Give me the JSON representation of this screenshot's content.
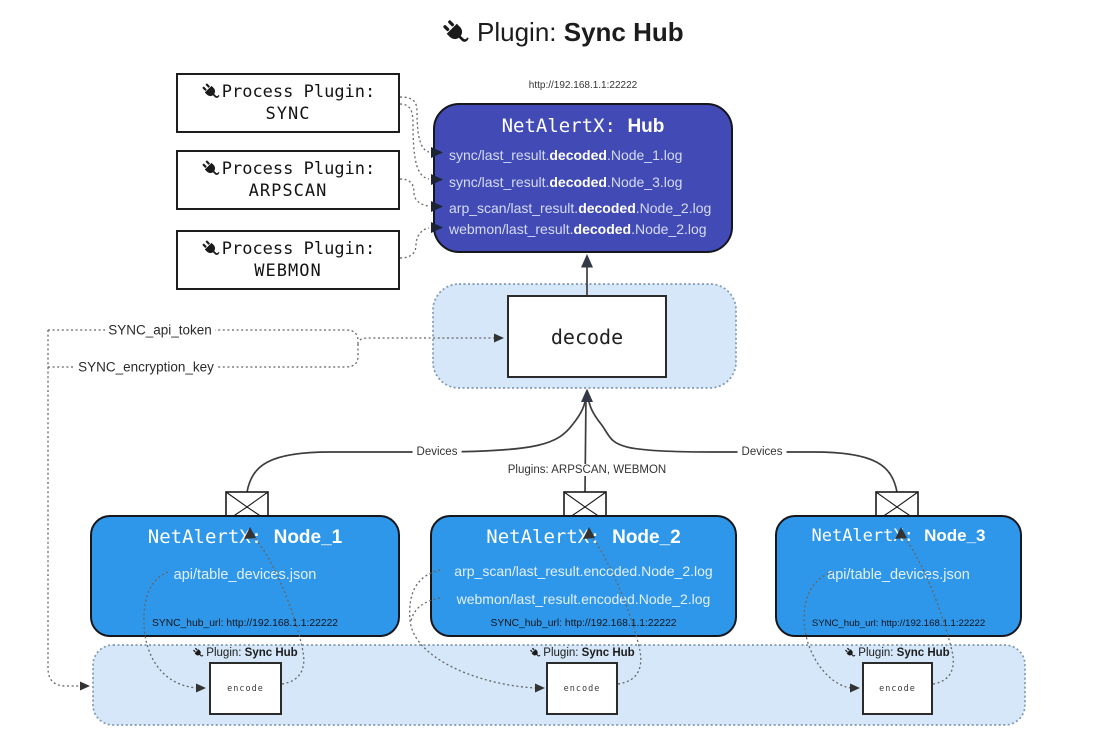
{
  "title": {
    "prefix": "Plugin:",
    "name": "Sync Hub"
  },
  "process_plugins": [
    {
      "label": "Process Plugin:",
      "name": "SYNC"
    },
    {
      "label": "Process Plugin:",
      "name": "ARPSCAN"
    },
    {
      "label": "Process Plugin:",
      "name": "WEBMON"
    }
  ],
  "hub": {
    "url": "http://192.168.1.1:22222",
    "title_prefix": "NetAlertX: ",
    "title_name": "Hub",
    "logs": [
      {
        "pre": "sync/last_result.",
        "bold": "decoded",
        "post": ".Node_1.log"
      },
      {
        "pre": "sync/last_result.",
        "bold": "decoded",
        "post": ".Node_3.log"
      },
      {
        "pre": "arp_scan/last_result.",
        "bold": "decoded",
        "post": ".Node_2.log"
      },
      {
        "pre": "webmon/last_result.",
        "bold": "decoded",
        "post": ".Node_2.log"
      }
    ]
  },
  "decode": {
    "label": "decode"
  },
  "secrets": {
    "api_token": "SYNC_api_token",
    "encryption_key": "SYNC_encryption_key"
  },
  "edges": {
    "devices_left": "Devices",
    "devices_right": "Devices",
    "plugins_mid": "Plugins: ARPSCAN, WEBMON"
  },
  "nodes": [
    {
      "title_prefix": "NetAlertX: ",
      "title_name": "Node_1",
      "lines": [
        "api/table_devices.json"
      ],
      "hub_url": "SYNC_hub_url: http://192.168.1.1:22222"
    },
    {
      "title_prefix": "NetAlertX: ",
      "title_name": "Node_2",
      "lines": [
        "arp_scan/last_result.encoded.Node_2.log",
        "webmon/last_result.encoded.Node_2.log"
      ],
      "hub_url": "SYNC_hub_url: http://192.168.1.1:22222"
    },
    {
      "title_prefix": "NetAlertX: ",
      "title_name": "Node_3",
      "lines": [
        "api/table_devices.json"
      ],
      "hub_url": "SYNC_hub_url: http://192.168.1.1:22222"
    }
  ],
  "encode_strip": {
    "plugin_label_prefix": "Plugin: ",
    "plugin_label_name": "Sync Hub",
    "encode_label": "encode"
  },
  "colors": {
    "hub_fill": "#424bb5",
    "node_fill": "#2e97ea",
    "container_fill": "#d5e7f9",
    "container_border": "#7e98b4",
    "solid_edge": "#3d3d3d",
    "dotted_edge": "#666666"
  }
}
